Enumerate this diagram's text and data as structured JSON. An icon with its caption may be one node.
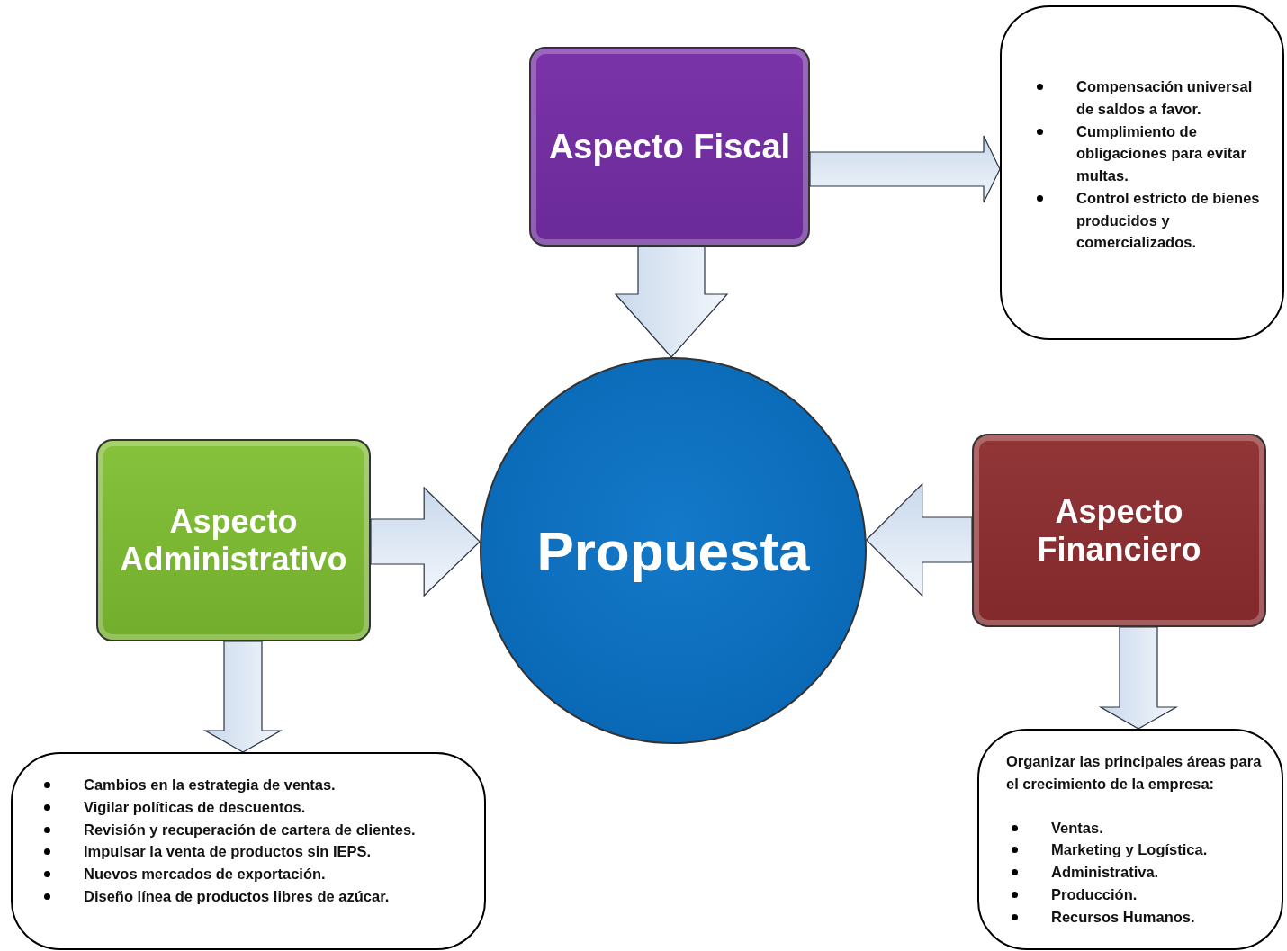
{
  "diagram": {
    "nodes": [
      {
        "text": [
          "Aspecto Fiscal"
        ]
      },
      {
        "text": [
          "Compensación universal de saldos a favor.",
          "Cumplimiento de obligaciones para evitar multas.",
          "Control estricto de bienes producidos y comercializados."
        ]
      },
      {
        "text": [
          "Aspecto Administrativo"
        ]
      },
      {
        "text": [
          "Propuesta"
        ]
      },
      {
        "text": [
          "Aspecto Financiero"
        ]
      },
      {
        "text": [
          "Cambios en la estrategia de ventas.",
          "Vigilar políticas de descuentos.",
          "Revisión y recuperación de cartera de clientes.",
          "Impulsar la venta de productos  sin IEPS.",
          "Nuevos mercados de exportación.",
          "Diseño línea de productos libres de azúcar."
        ]
      },
      {
        "text": [
          "Organizar las principales áreas para el crecimiento de la empresa:",
          "Ventas.",
          "Marketing y Logística.",
          "Administrativa.",
          "Producción.",
          "Recursos Humanos."
        ]
      }
    ],
    "edges": [
      {
        "from": 0,
        "to": 3,
        "arrow": "to"
      },
      {
        "from": 0,
        "to": 1,
        "arrow": "to"
      },
      {
        "from": 2,
        "to": 3,
        "arrow": "to"
      },
      {
        "from": 4,
        "to": 3,
        "arrow": "to"
      },
      {
        "from": 2,
        "to": 5,
        "arrow": "to"
      },
      {
        "from": 4,
        "to": 6,
        "arrow": "to"
      }
    ]
  }
}
